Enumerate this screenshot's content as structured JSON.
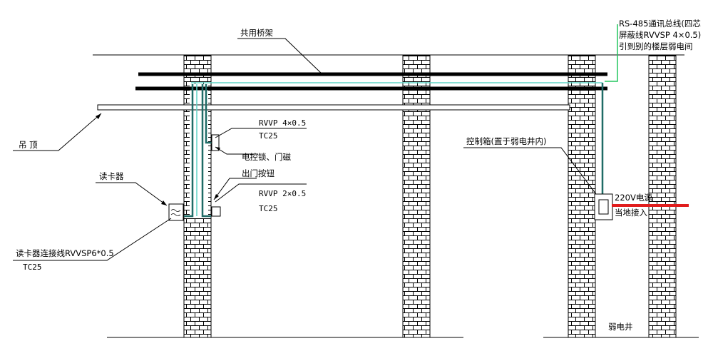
{
  "labels": {
    "shared_tray": "共用桥架",
    "ceiling": "吊    顶",
    "card_reader": "读卡器",
    "rvvp4_line1": "RVVP 4×0.5",
    "rvvp4_line2": "TC25",
    "lock": "电控锁、门磁",
    "exit_button": "出门按钮",
    "rvvp2_line1": "RVVP 2×0.5",
    "rvvp2_line2": "TC25",
    "reader_cable_line1": "读卡器连接线RVVSP6*0.5",
    "reader_cable_line2": "TC25",
    "control_box": "控制箱(置于弱电井内)",
    "power_line1": "220V电源",
    "power_line2": "当地接入",
    "rs485_line1": "RS-485通讯总线(四芯",
    "rs485_line2": "屏蔽线RVVSP 4×0.5)",
    "rs485_line3": "引到别的楼层弱电间",
    "shaft": "弱电井"
  },
  "colors": {
    "brick": "#000000",
    "cable_dark": "#1f6b66",
    "cable_light": "#5fd3c6",
    "cable_green": "#22c55e",
    "power": "#e11d1d"
  }
}
